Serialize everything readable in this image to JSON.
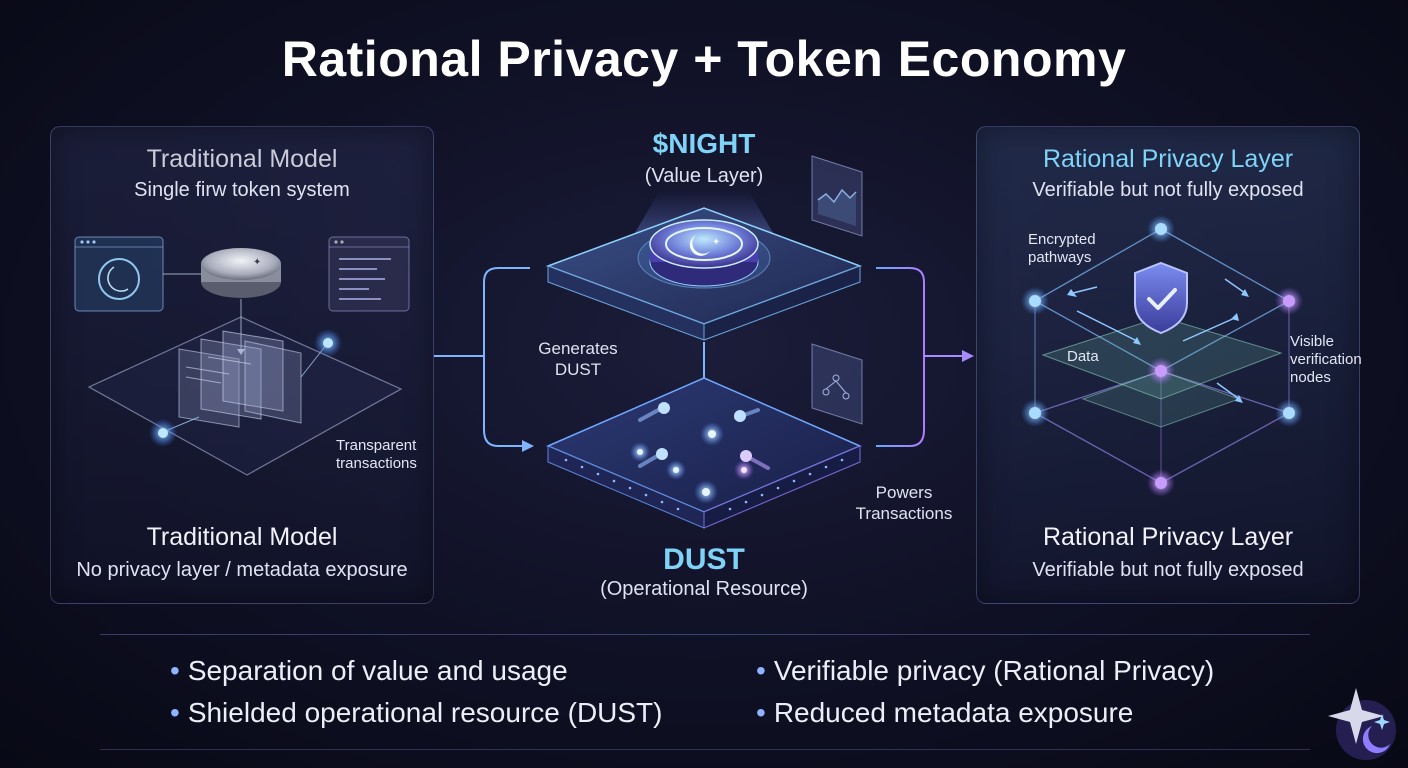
{
  "title": "Rational Privacy + Token Economy",
  "left_panel": {
    "top_title": "Traditional Model",
    "top_subtitle": "Single firw token system",
    "annotation": [
      "Transparent",
      "transactions"
    ],
    "bottom_title": "Traditional Model",
    "bottom_subtitle": "No privacy layer / metadata exposure"
  },
  "center": {
    "night_title": "$NIGHT",
    "night_subtitle": "(Value Layer)",
    "generates_label": [
      "Generates",
      "DUST"
    ],
    "powers_label": [
      "Powers",
      "Transactions"
    ],
    "dust_title": "DUST",
    "dust_subtitle": "(Operational Resource)"
  },
  "right_panel": {
    "top_title": "Rational Privacy Layer",
    "top_subtitle": "Verifiable but not fully exposed",
    "encrypted_label": [
      "Encrypted",
      "pathways"
    ],
    "data_label": "Data",
    "visible_label": [
      "Visible",
      "verification",
      "nodes"
    ],
    "bottom_title": "Rational Privacy Layer",
    "bottom_subtitle": "Verifiable but not fully exposed"
  },
  "bullets": [
    "Separation of value and usage",
    "Shielded operational resource (DUST)",
    "Verifiable privacy (Rational Privacy)",
    "Reduced metadata exposure"
  ],
  "icons": [
    "moon-star-icon",
    "shield-check-icon",
    "sparkle-logo-icon"
  ],
  "colors": {
    "accent_cyan": "#7fd3f7",
    "accent_purple": "#b07cff",
    "accent_blue": "#6aa8ff"
  }
}
